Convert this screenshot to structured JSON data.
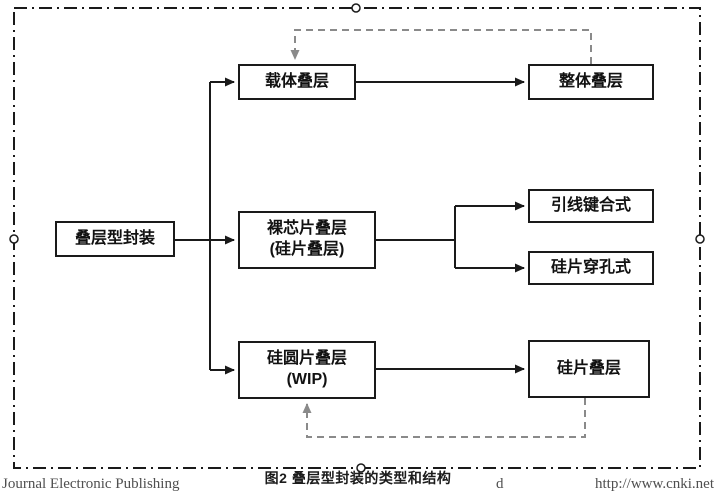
{
  "figure": {
    "caption": "图2 叠层型封装的类型和结构",
    "footer_left": "Journal Electronic Publishing",
    "footer_mid": "d",
    "footer_right": "http://www.cnki.net"
  },
  "diagram": {
    "root": {
      "label": "叠层型封装"
    },
    "carrier": {
      "label": "载体叠层"
    },
    "overall": {
      "label": "整体叠层"
    },
    "bare_chip": {
      "line1": "裸芯片叠层",
      "line2": "(硅片叠层)"
    },
    "wire_bond": {
      "label": "引线键合式"
    },
    "via": {
      "label": "硅片穿孔式"
    },
    "wafer": {
      "line1": "硅圆片叠层",
      "line2": "(WIP)"
    },
    "chip_stack": {
      "label": "硅片叠层"
    },
    "colors": {
      "solid_line": "#1a1a1a",
      "dashed_line": "#8a8a8a",
      "box_border": "#1a1a1a",
      "text": "#111111"
    }
  }
}
